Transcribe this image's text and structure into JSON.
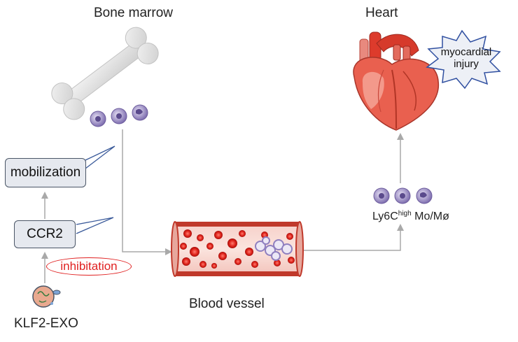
{
  "labels": {
    "bone_marrow": "Bone marrow",
    "heart": "Heart",
    "myocardial_line1": "myocardial",
    "myocardial_line2": "injury",
    "mobilization": "mobilization",
    "ccr2": "CCR2",
    "inhibition": "inhibitation",
    "klf2_exo": "KLF2-EXO",
    "blood_vessel": "Blood vessel",
    "ly6c_base": "Ly6C",
    "ly6c_sup": "high",
    "ly6c_rest": " Mo/Mø"
  },
  "colors": {
    "arrow": "#a9a9a9",
    "callout_line": "#3a5a9a",
    "box_fill": "#e6e9ef",
    "inhibition_red": "#e02020",
    "vessel_red": "#c0392b",
    "cell_purple": "#8f7fbf"
  },
  "icons": {
    "bone": "bone-icon",
    "heart": "heart-icon",
    "vessel": "blood-vessel-icon",
    "exosome": "exosome-icon",
    "monocyte": "monocyte-icon"
  }
}
